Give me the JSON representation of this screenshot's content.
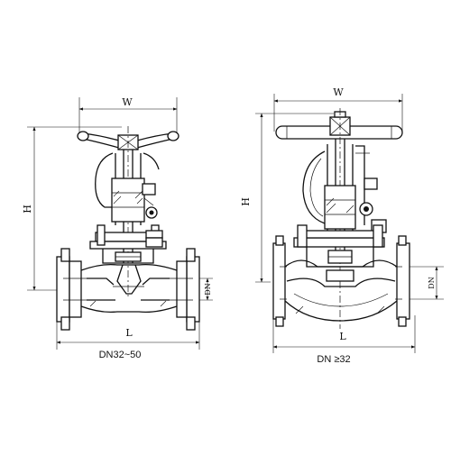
{
  "left_view": {
    "dim_width": "W",
    "dim_height": "H",
    "dim_length": "L",
    "dim_nominal": "DN",
    "caption": "DN32~50"
  },
  "right_view": {
    "dim_width": "W",
    "dim_height": "H",
    "dim_length": "L",
    "dim_nominal": "DN",
    "caption": "DN ≥32"
  }
}
